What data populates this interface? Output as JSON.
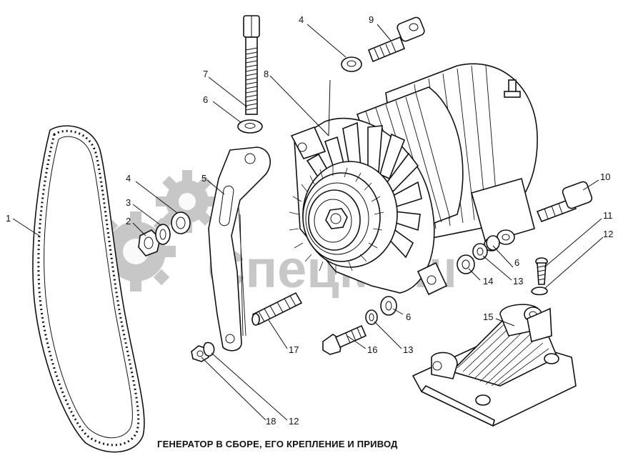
{
  "caption": "ГЕНЕРАТОР В СБОРЕ, ЕГО КРЕПЛЕНИЕ И ПРИВОД",
  "watermark": {
    "text": "СпецМаш",
    "color": "#9a9a9a"
  },
  "callouts": [
    "1",
    "2",
    "3",
    "4",
    "4",
    "5",
    "6",
    "6",
    "6",
    "7",
    "8",
    "9",
    "10",
    "11",
    "12",
    "12",
    "13",
    "13",
    "14",
    "15",
    "16",
    "17",
    "18"
  ],
  "parts": [
    {
      "id": "belt",
      "name": "drive belt"
    },
    {
      "id": "alternator",
      "name": "alternator assembly"
    },
    {
      "id": "bracket",
      "name": "tension bracket"
    },
    {
      "id": "mount",
      "name": "mounting bracket"
    },
    {
      "id": "bolts",
      "name": "bolts, studs, washers, nuts"
    }
  ]
}
